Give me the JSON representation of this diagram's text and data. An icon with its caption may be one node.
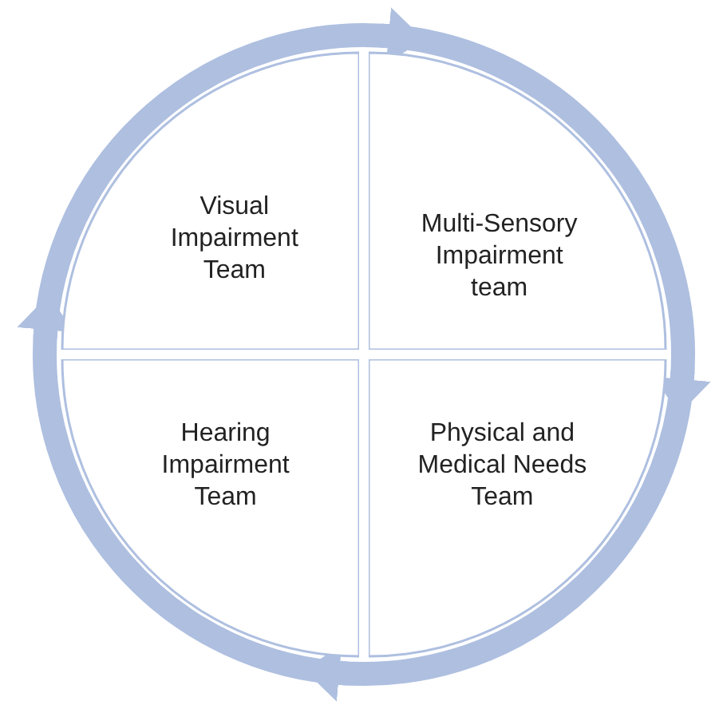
{
  "diagram": {
    "nodes": [
      {
        "text": [
          "Visual Impairment Team"
        ]
      },
      {
        "text": [
          "Multi-Sensory Impairment team"
        ]
      },
      {
        "text": [
          "Hearing Impairment Team"
        ]
      },
      {
        "text": [
          "Physical and Medical Needs Team"
        ]
      }
    ],
    "edges": [
      {
        "from": 0,
        "to": 1,
        "arrow": "to"
      },
      {
        "from": 1,
        "to": 3,
        "arrow": "to"
      },
      {
        "from": 3,
        "to": 2,
        "arrow": "to"
      },
      {
        "from": 2,
        "to": 0,
        "arrow": "to"
      }
    ]
  }
}
